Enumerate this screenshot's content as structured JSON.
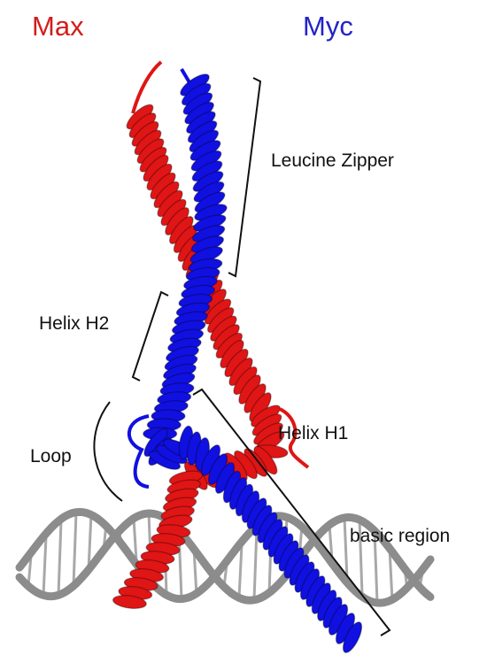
{
  "titles": {
    "max": {
      "text": "Max",
      "color": "#d41c1c"
    },
    "myc": {
      "text": "Myc",
      "color": "#2323c8"
    }
  },
  "labels": {
    "leucine_zipper": "Leucine Zipper",
    "helix_h2": "Helix H2",
    "loop": "Loop",
    "helix_h1": "Helix H1",
    "basic_region": "basic region"
  },
  "colors": {
    "max_chain": "#e01515",
    "myc_chain": "#1010e0",
    "dna": "#8c8c8c",
    "bracket": "#111111"
  }
}
